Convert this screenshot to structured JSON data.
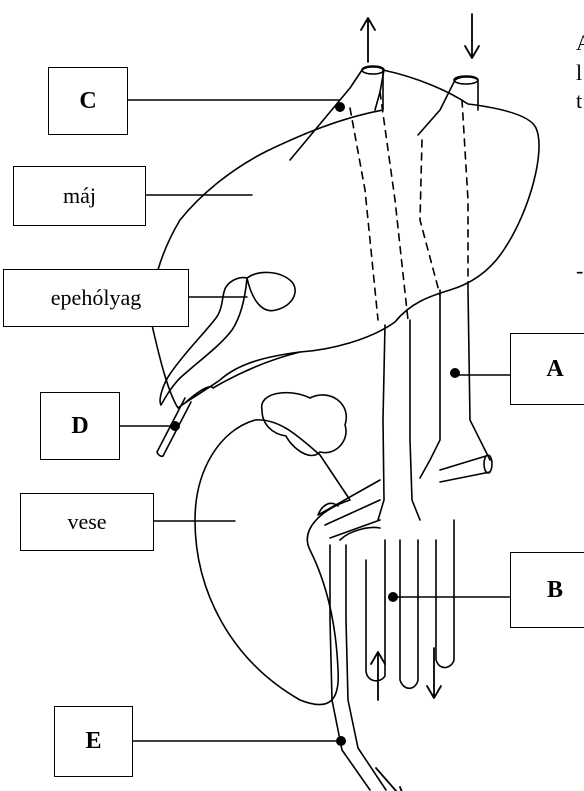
{
  "letter_labels": {
    "A": "A",
    "B": "B",
    "C": "C",
    "D": "D",
    "E": "E"
  },
  "organ_labels": {
    "liver": "máj",
    "gallbladder": "epehólyag",
    "kidney": "vese"
  },
  "clipped_text": {
    "line1": "A",
    "line2": "l",
    "line3": "t",
    "line4": "-"
  }
}
